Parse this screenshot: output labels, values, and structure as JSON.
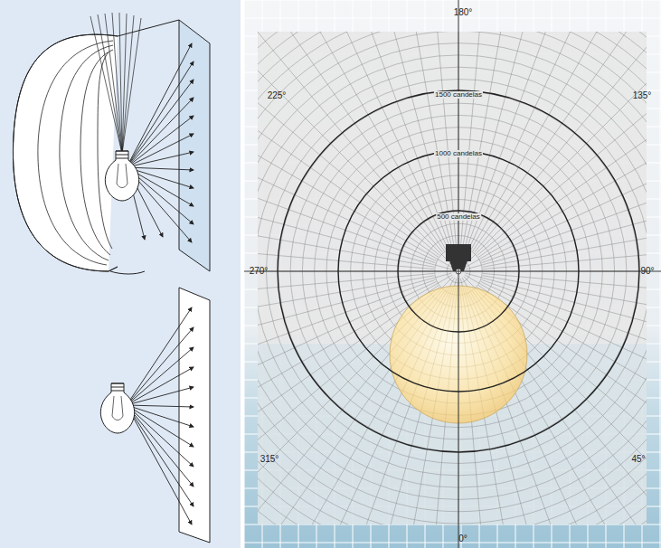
{
  "diagram": {
    "labels": [
      "180°",
      "225°",
      "135°",
      "1500 candelas",
      "1000 candelas",
      "500 candelas",
      "270°",
      "90°",
      "315°",
      "45°",
      "0°"
    ]
  }
}
